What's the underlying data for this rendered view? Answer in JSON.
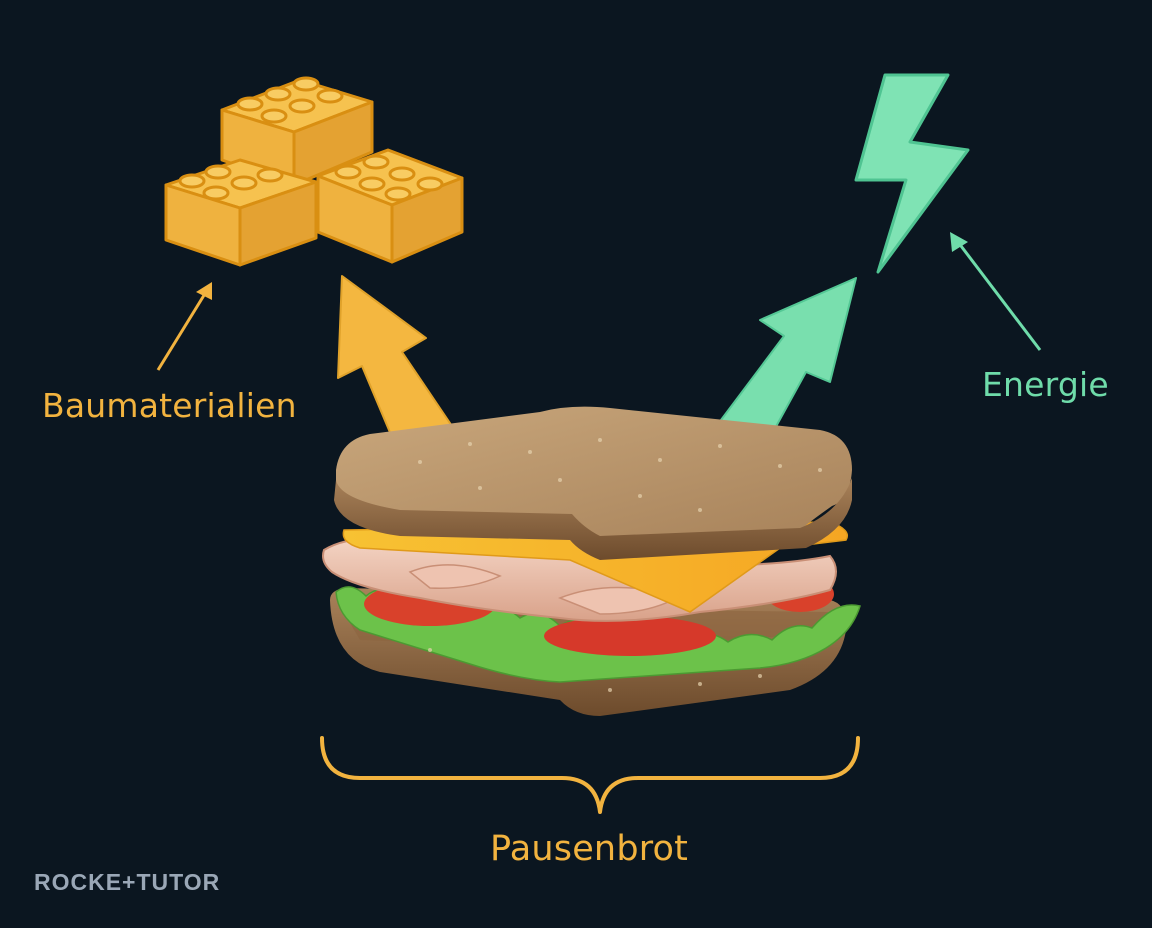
{
  "labels": {
    "materials": "Baumaterialien",
    "energy": "Energie",
    "sandwich": "Pausenbrot"
  },
  "brand": {
    "logo_text": "ROCKE+TUTOR"
  },
  "icons": {
    "building_blocks": "lego-bricks-icon",
    "energy": "lightning-bolt-icon",
    "food": "sandwich-illustration"
  },
  "colors": {
    "background": "#0b1620",
    "materials": "#f2b33f",
    "energy": "#6fdcaa",
    "brand": "#9aa7b6"
  }
}
